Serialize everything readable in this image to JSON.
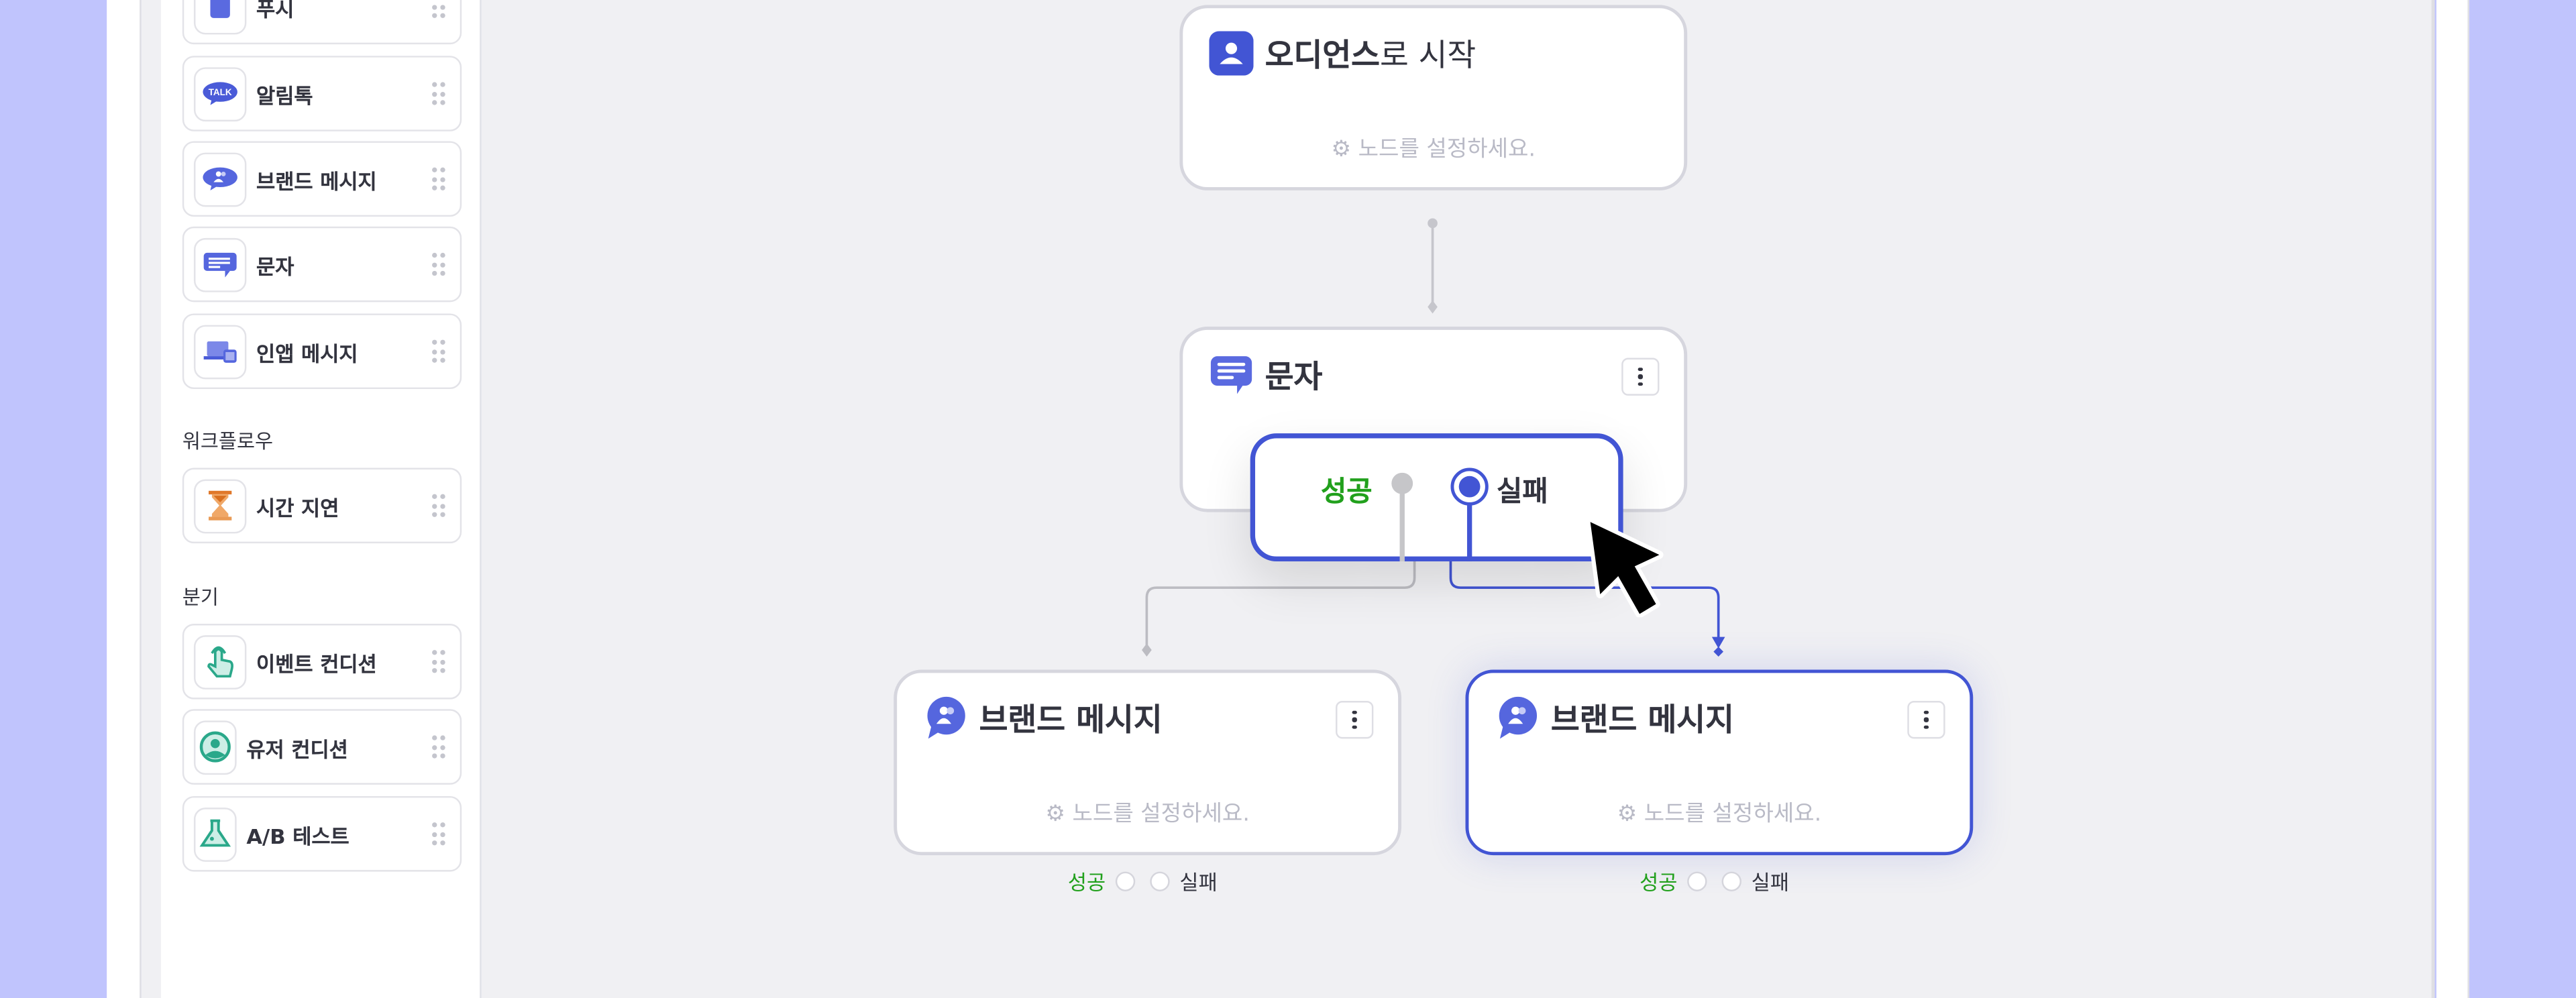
{
  "sidebar": {
    "channel_items": [
      {
        "label": "푸시",
        "icon": "push-icon"
      },
      {
        "label": "알림톡",
        "icon": "kakao-talk-icon",
        "icon_text": "TALK"
      },
      {
        "label": "브랜드 메시지",
        "icon": "brand-message-icon"
      },
      {
        "label": "문자",
        "icon": "sms-icon"
      },
      {
        "label": "인앱 메시지",
        "icon": "in-app-message-icon"
      }
    ],
    "workflow_section": "워크플로우",
    "workflow_items": [
      {
        "label": "시간 지연",
        "icon": "hourglass-icon"
      }
    ],
    "branch_section": "분기",
    "branch_items": [
      {
        "label": "이벤트 컨디션",
        "icon": "tap-hand-icon"
      },
      {
        "label": "유저 컨디션",
        "icon": "user-circle-icon"
      },
      {
        "label": "A/B 테스트",
        "icon": "flask-icon"
      }
    ]
  },
  "canvas": {
    "start_node": {
      "title_bold": "오디언스",
      "title_rest": "로 시작",
      "hint": "노드를 설정하세요."
    },
    "sms_node": {
      "title": "문자",
      "success": "성공",
      "failure": "실패",
      "selected_port": "failure"
    },
    "brand_node_left": {
      "title": "브랜드 메시지",
      "hint": "노드를 설정하세요.",
      "success": "성공",
      "failure": "실패"
    },
    "brand_node_right": {
      "title": "브랜드 메시지",
      "hint": "노드를 설정하세요.",
      "success": "성공",
      "failure": "실패",
      "selected": true
    }
  },
  "colors": {
    "accent": "#4255d4",
    "success": "#21a01c",
    "background": "#c0c4fd",
    "canvas": "#f0f0f3"
  }
}
